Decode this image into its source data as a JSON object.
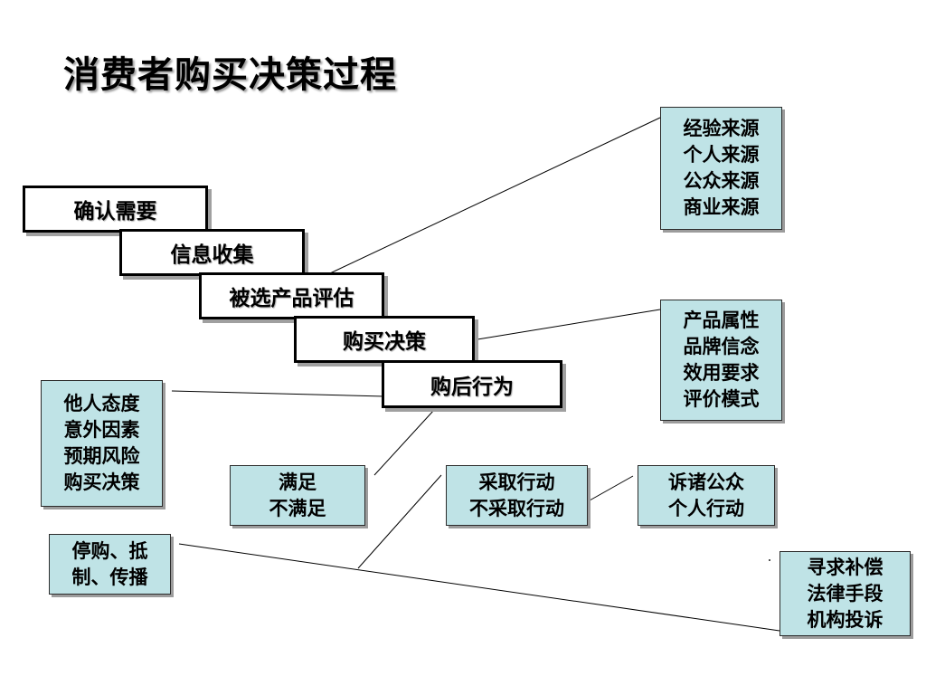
{
  "title": "消费者购买决策过程",
  "steps": [
    "确认需要",
    "信息收集",
    "被选产品评估",
    "购买决策",
    "购后行为"
  ],
  "info_sources": [
    "经验来源",
    "个人来源",
    "公众来源",
    "商业来源"
  ],
  "evaluation_factors": [
    "产品属性",
    "品牌信念",
    "效用要求",
    "评价模式"
  ],
  "decision_factors": [
    "他人态度",
    "意外因素",
    "预期风险",
    "购买决策"
  ],
  "satisfaction": [
    "满足",
    "不满足"
  ],
  "action": [
    "采取行动",
    "不采取行动"
  ],
  "public_action": [
    "诉诸公众",
    "个人行动"
  ],
  "boycott": [
    "停购、抵",
    "制、传播"
  ],
  "compensation": [
    "寻求补偿",
    "法律手段",
    "机构投诉"
  ]
}
